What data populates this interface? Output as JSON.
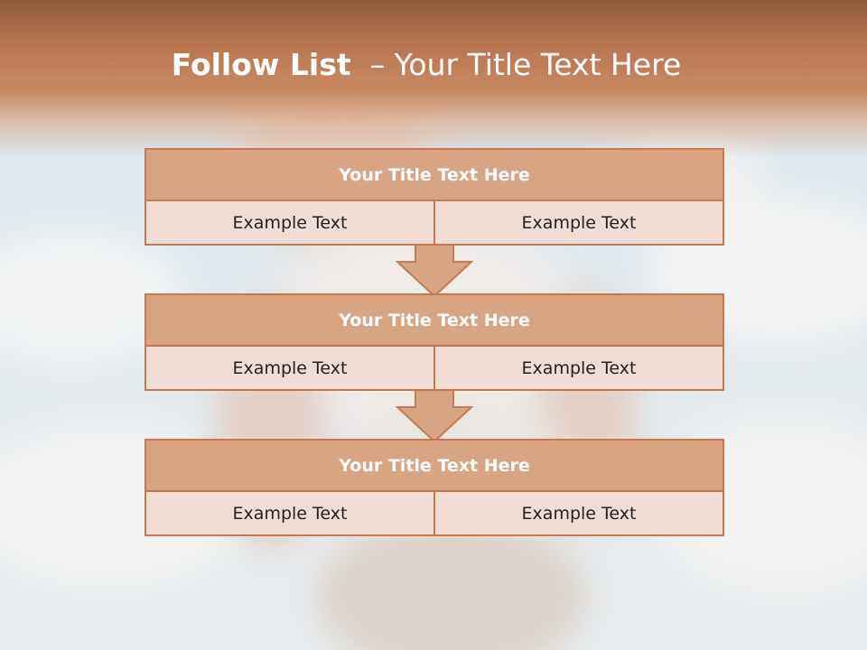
{
  "slide": {
    "title_bold": "Follow List",
    "title_rest": "  – Your Title Text Here"
  },
  "steps": [
    {
      "title": "Your Title Text Here",
      "left_text": "Example Text",
      "right_text": "Example Text"
    },
    {
      "title": "Your Title Text Here",
      "left_text": "Example Text",
      "right_text": "Example Text"
    },
    {
      "title": "Your Title Text Here",
      "left_text": "Example Text",
      "right_text": "Example Text"
    }
  ],
  "colors": {
    "header_band": "#b9744e",
    "block_title_fill": "#d9a482",
    "block_cell_fill": "#efddd6",
    "block_border": "#c47a52",
    "arrow_fill": "#d9a482"
  },
  "icons": {
    "flow_arrow": "down-arrow-icon"
  }
}
